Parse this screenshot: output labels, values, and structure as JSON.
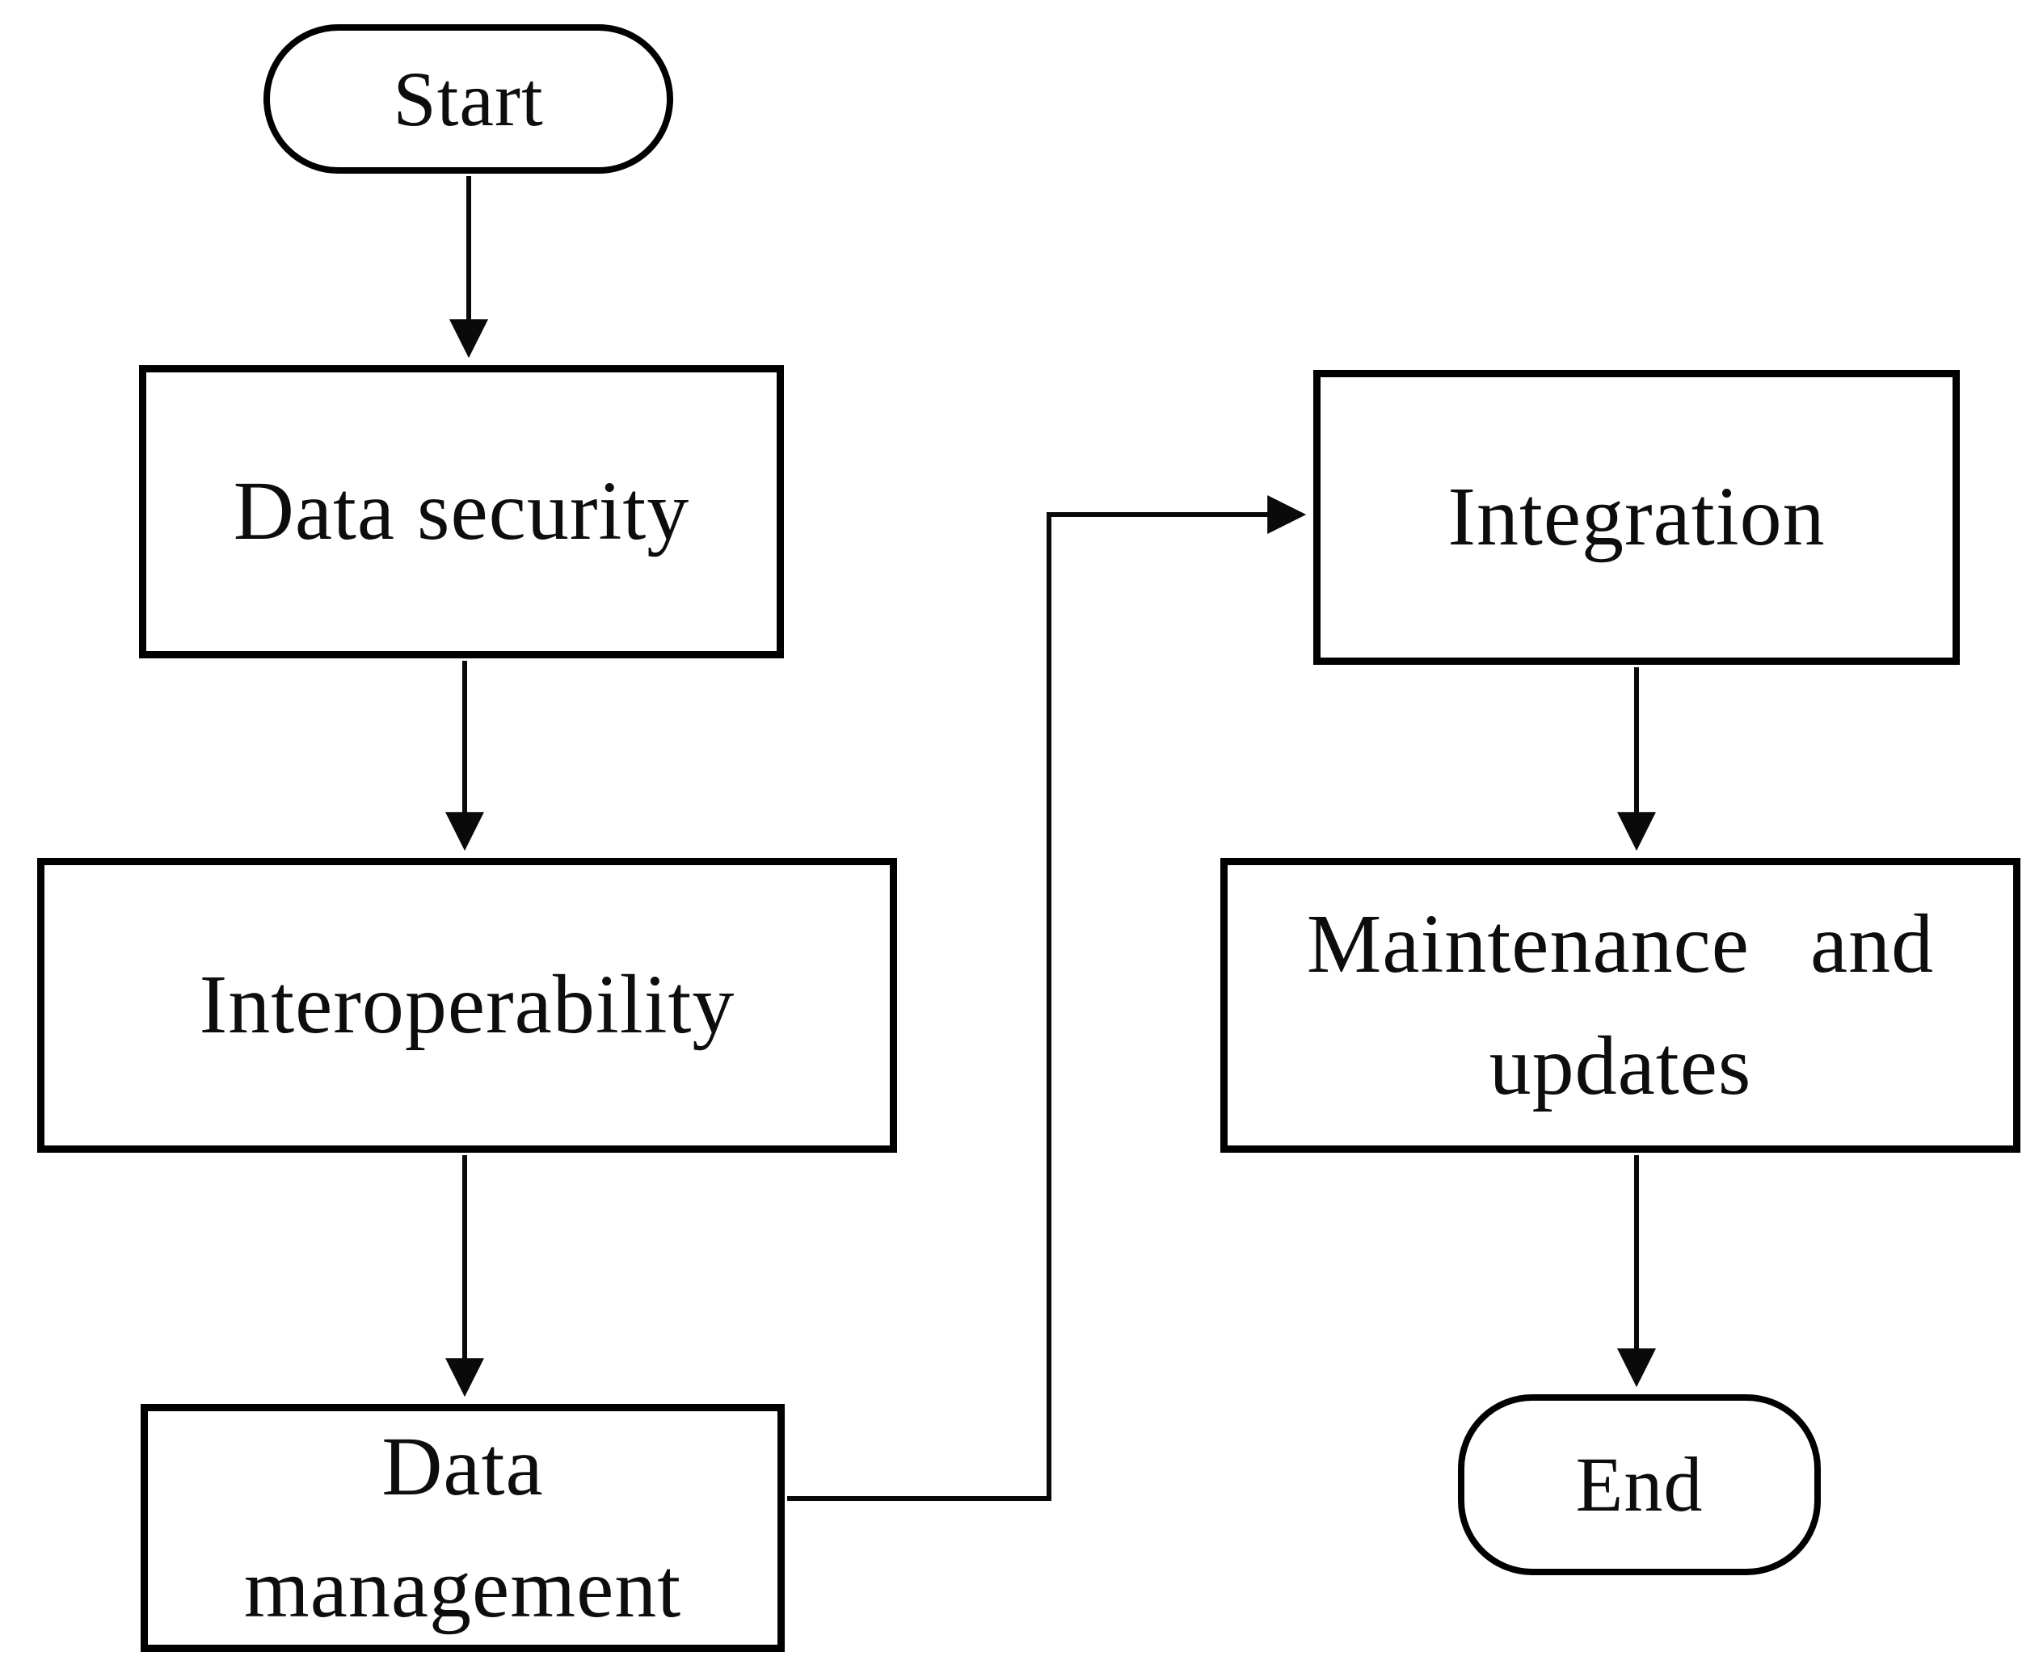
{
  "figure": {
    "background_color": "#ffffff",
    "line_color": "#000000",
    "text_color": "#0d0d0d"
  },
  "diagram": {
    "type": "flowchart",
    "nodes": [
      {
        "id": "start",
        "shape": "terminator",
        "label": "Start"
      },
      {
        "id": "data-security",
        "shape": "process",
        "label": "Data security"
      },
      {
        "id": "interoperability",
        "shape": "process",
        "label": "Interoperability"
      },
      {
        "id": "data-management",
        "shape": "process",
        "label": "Data\nmanagement"
      },
      {
        "id": "integration",
        "shape": "process",
        "label": "Integration"
      },
      {
        "id": "maintenance-updates",
        "shape": "process",
        "label": "Maintenance and\nupdates"
      },
      {
        "id": "end",
        "shape": "terminator",
        "label": "End"
      }
    ],
    "edges": [
      {
        "from": "start",
        "to": "data-security",
        "style": "straight-down"
      },
      {
        "from": "data-security",
        "to": "interoperability",
        "style": "straight-down"
      },
      {
        "from": "interoperability",
        "to": "data-management",
        "style": "straight-down"
      },
      {
        "from": "data-management",
        "to": "integration",
        "style": "elbow-right-up-right"
      },
      {
        "from": "integration",
        "to": "maintenance-updates",
        "style": "straight-down"
      },
      {
        "from": "maintenance-updates",
        "to": "end",
        "style": "straight-down"
      }
    ]
  }
}
